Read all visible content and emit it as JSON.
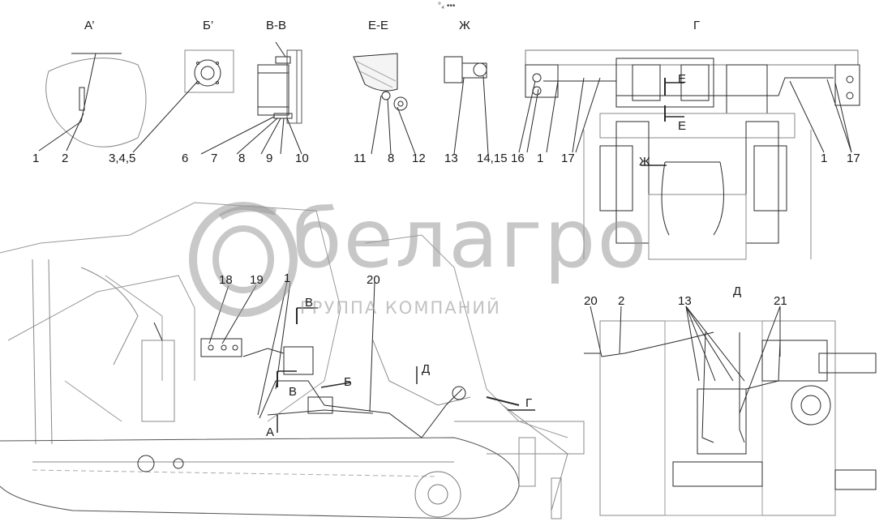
{
  "header": {
    "mark": "°₄ •••"
  },
  "watermark": {
    "brand": "белагро",
    "subtitle": "ГРУППА КОМПАНИЙ",
    "logo_icon": "belagro-logo-icon"
  },
  "sections": {
    "a": "А’",
    "b": "Б’",
    "vv": "В-В",
    "ee": "Е-Е",
    "zh": "Ж",
    "g": "Г",
    "d": "Д"
  },
  "view_marks": {
    "e_top": "Е",
    "e_bottom": "Е",
    "zh": "Ж",
    "v": "В",
    "v2": "В",
    "b": "Б",
    "a": "А",
    "d": "Д",
    "g": "Г"
  },
  "callouts": {
    "c1": "1",
    "c2": "2",
    "c345": "3,4,5",
    "c6": "6",
    "c7": "7",
    "c8": "8",
    "c9": "9",
    "c10": "10",
    "c11": "11",
    "c8b": "8",
    "c12": "12",
    "c13": "13",
    "c1415": "14,15",
    "c16": "16",
    "c1b": "1",
    "c17": "17",
    "c1c": "1",
    "c17b": "17",
    "c18": "18",
    "c19": "19",
    "c1d": "1",
    "c20": "20",
    "c20b": "20",
    "c2b": "2",
    "c13b": "13",
    "c21": "21"
  },
  "colors": {
    "line": "#2a2a2a",
    "fill": "#f4f4f4",
    "watermark": "#9a9a9a"
  }
}
